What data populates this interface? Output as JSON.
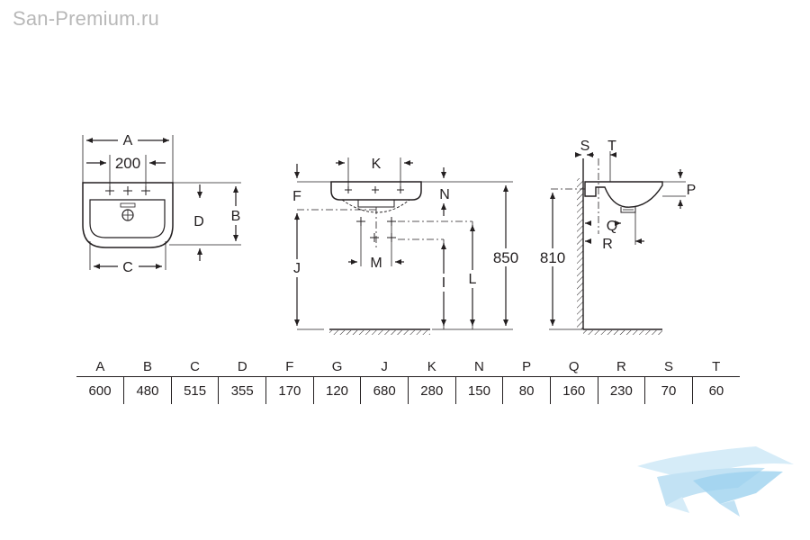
{
  "watermark": {
    "text": "San-Premium.ru",
    "color": "#b8b8b8"
  },
  "diagram": {
    "front_view": {
      "width_label": "A",
      "spacing_label": "200",
      "height_label": "B",
      "depth_label": "D",
      "bottom_width_label": "C"
    },
    "side_view": {
      "top_label": "K",
      "left_label": "F",
      "right_label": "N",
      "mount_label": "M",
      "floor_label": "J",
      "drain_label": "I",
      "pipe_label": "L",
      "total_height": "850"
    },
    "profile_view": {
      "wall_label": "S",
      "rim_label": "T",
      "depth_label": "P",
      "drain_label": "Q",
      "pipe_label": "R",
      "total_height": "810"
    }
  },
  "dimensions": {
    "headers": [
      "A",
      "B",
      "C",
      "D",
      "F",
      "G",
      "J",
      "K",
      "N",
      "P",
      "Q",
      "R",
      "S",
      "T"
    ],
    "values": [
      "600",
      "480",
      "515",
      "355",
      "170",
      "120",
      "680",
      "280",
      "150",
      "80",
      "160",
      "230",
      "70",
      "60"
    ]
  },
  "colors": {
    "line": "#231f20",
    "logo": "#7fc4ea"
  }
}
